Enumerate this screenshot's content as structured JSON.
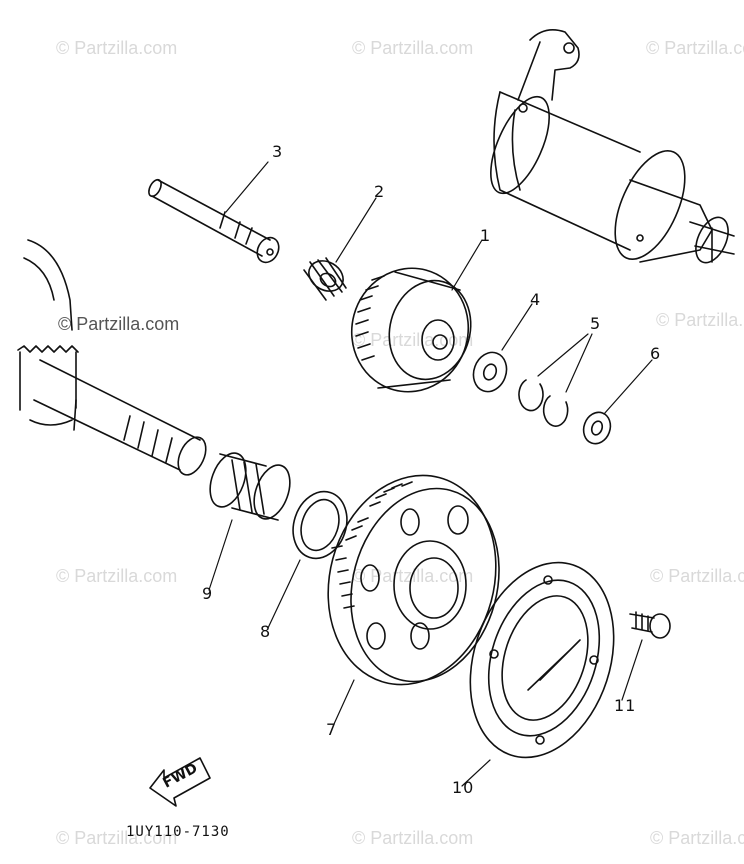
{
  "watermark": {
    "text": "© Partzilla.com",
    "prominent_text": "© Partzilla.com"
  },
  "callouts": [
    "1",
    "2",
    "3",
    "4",
    "5",
    "6",
    "7",
    "8",
    "9",
    "10",
    "11"
  ],
  "part_code": "1UY110-7130",
  "fwd_label": "FWD",
  "colors": {
    "ink": "#111111",
    "watermark": "#d9d9d9",
    "background": "#ffffff"
  }
}
